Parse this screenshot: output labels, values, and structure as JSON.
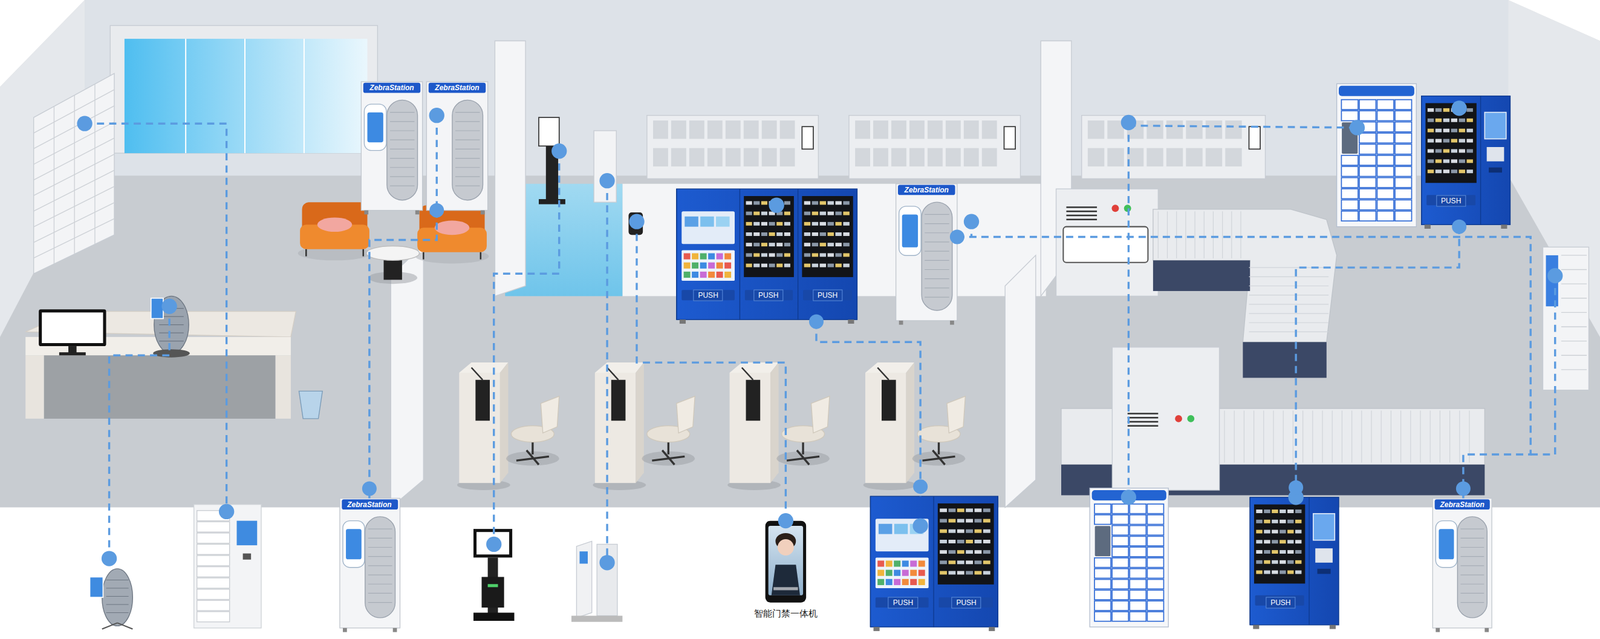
{
  "diagram": {
    "nodes": [
      {
        "text": [
          "ZebraStation"
        ]
      },
      {
        "text": [
          "ZebraStation"
        ]
      },
      {
        "text": [
          "ZebraStation"
        ]
      },
      {
        "text": [
          "PUSH",
          "PUSH",
          "PUSH"
        ]
      },
      {
        "text": [
          "PUSH"
        ]
      },
      {
        "text": [
          "ZebraStation"
        ]
      },
      {
        "text": [
          "智能门禁一体机"
        ]
      },
      {
        "text": [
          "PUSH",
          "PUSH"
        ]
      },
      {
        "text": [
          "PUSH"
        ]
      },
      {
        "text": [
          "ZebraStation"
        ]
      }
    ],
    "edges": [
      {
        "from": 1,
        "to": 5,
        "arrow": "none"
      },
      {
        "from": 3,
        "to": 7,
        "arrow": "none"
      },
      {
        "from": 2,
        "to": 9,
        "arrow": "none"
      },
      {
        "from": 4,
        "to": 8,
        "arrow": "none"
      }
    ]
  }
}
